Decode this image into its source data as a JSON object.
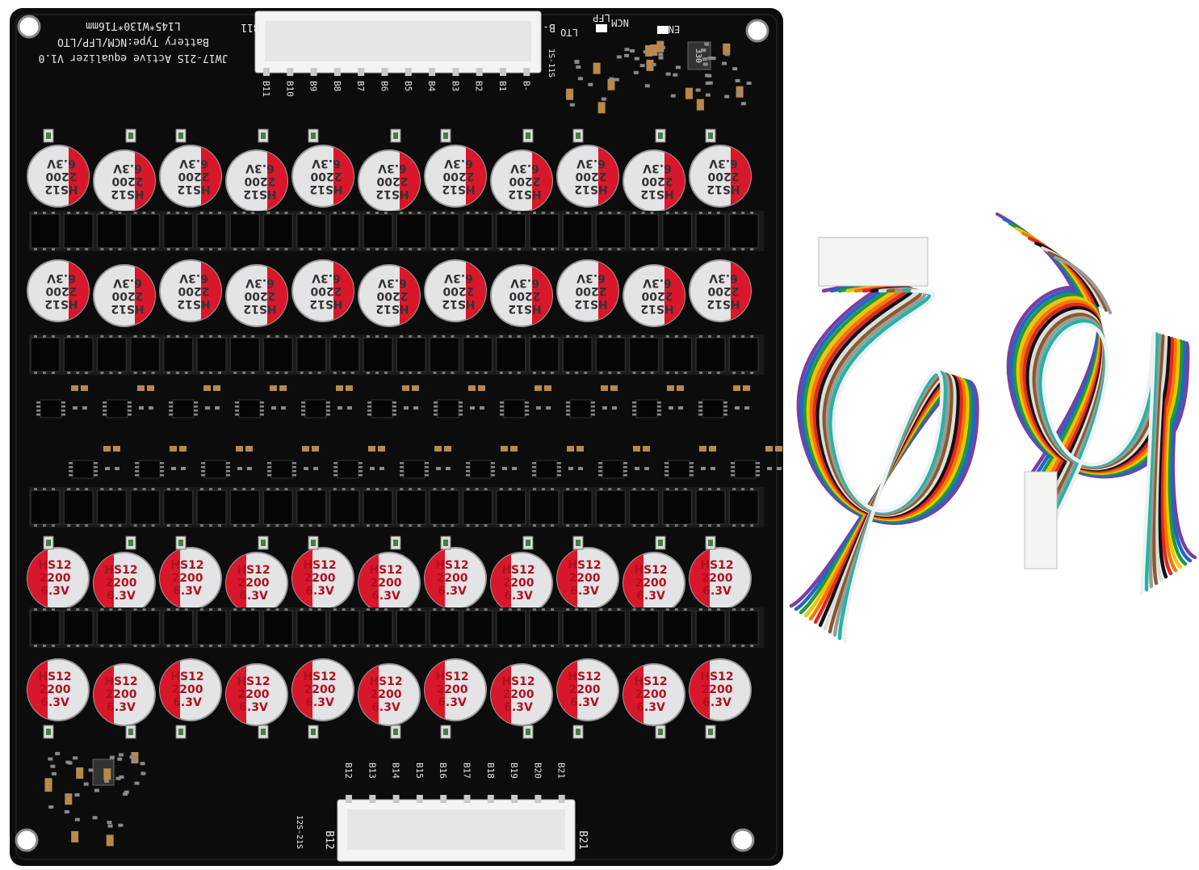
{
  "board": {
    "title_line": "JW17-21S Active equalizer V1.0",
    "battery_type_line": "Battery Type:NCM/LFP/LTO",
    "size_line": "L145*W130*T16mm",
    "modes": [
      "LTO",
      "NCM",
      "LFP",
      "EN"
    ],
    "top_connector_label_left": "B11",
    "top_connector_label_right": "B-",
    "top_series_label": "1S-11S",
    "top_pins": [
      "B11",
      "B10",
      "B9",
      "B8",
      "B7",
      "B6",
      "B5",
      "B4",
      "B3",
      "B2",
      "B1",
      "B-"
    ],
    "bottom_connector_label_left": "B12",
    "bottom_connector_label_right": "B21",
    "bottom_series_label": "12S-21S",
    "bottom_pins": [
      "B12",
      "B13",
      "B14",
      "B15",
      "B16",
      "B17",
      "B18",
      "B19",
      "B20",
      "B21"
    ],
    "inductor_label": "330",
    "capacitor": {
      "line1": "HS12",
      "line2": "2200",
      "line3": "6.3V"
    }
  },
  "colors": {
    "pcb": "#0c0c0c",
    "cap_red": "#d9172b",
    "cap_silver": "#e4e4e6",
    "connector": "#f4f4f2",
    "silkscreen": "#e8e8e8"
  },
  "cables": {
    "wire_colors": [
      "#7a3fa0",
      "#2166c9",
      "#1d9a3e",
      "#f2c400",
      "#f07a00",
      "#e52424",
      "#111111",
      "#ffffff",
      "#8a5a2b",
      "#9a9a9a",
      "#1fb5a7",
      "#f0f0f0"
    ]
  }
}
